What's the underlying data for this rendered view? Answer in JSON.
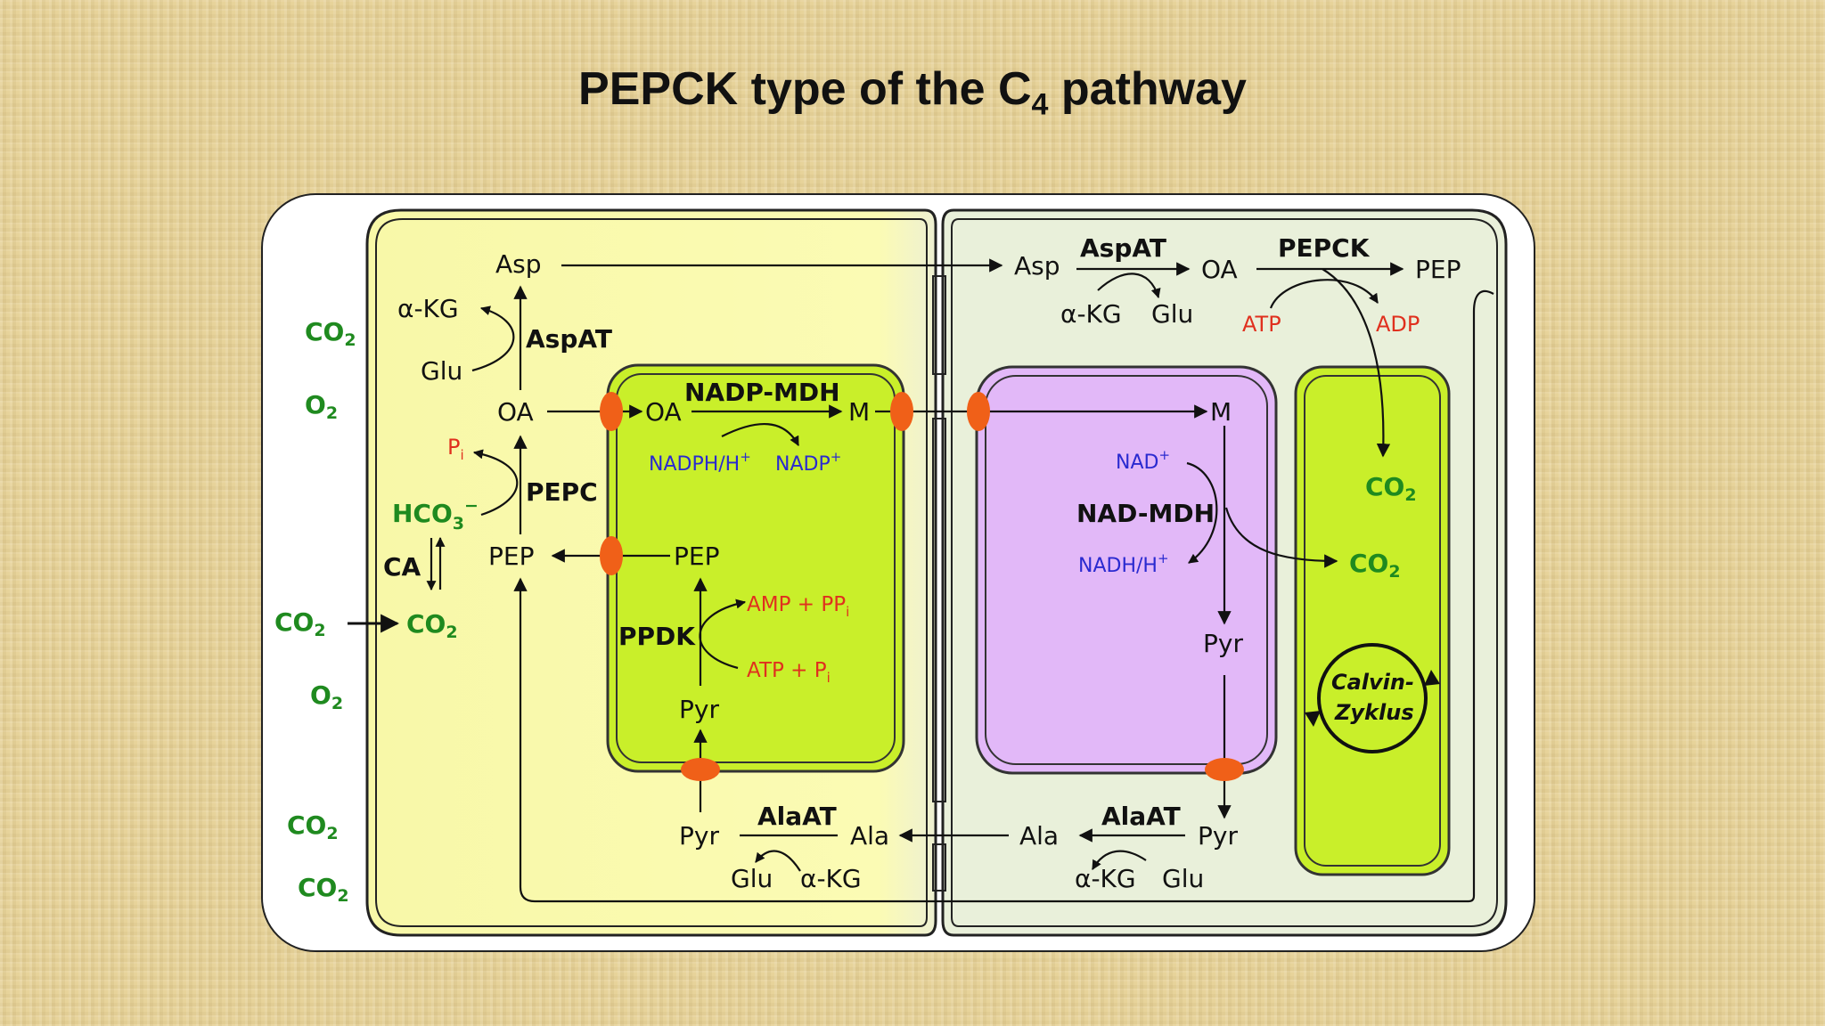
{
  "title": {
    "main": "PEPCK type of the C",
    "sub": "4",
    "tail": " pathway"
  },
  "colors": {
    "co2_green": "#1f8a1f",
    "red": "#e0301e",
    "blue": "#2a2ad0",
    "transporter": "#f06018"
  },
  "labels": {
    "co2_a": "CO",
    "o2_a": "O",
    "co2_b": "CO",
    "o2_b": "O",
    "co2_c": "CO",
    "co2_d": "CO",
    "m_asp": "Asp",
    "m_akg": "α-KG",
    "m_glu": "Glu",
    "m_aspat": "AspAT",
    "m_oa": "OA",
    "m_pi": "P",
    "m_pepc": "PEPC",
    "m_hco3": "HCO",
    "m_ca": "CA",
    "m_pep": "PEP",
    "m_co2": "CO",
    "c1_oa": "OA",
    "c1_nadpmdh": "NADP-MDH",
    "c1_m": "M",
    "c1_nadph": "NADPH/H",
    "c1_nadp": "NADP",
    "c1_pep": "PEP",
    "c1_amp": "AMP + PP",
    "c1_ppdk": "PPDK",
    "c1_atp": "ATP + P",
    "c1_pyr": "Pyr",
    "m_pyr": "Pyr",
    "m_alaat": "AlaAT",
    "m_ala": "Ala",
    "m_glu2": "Glu",
    "m_akg2": "α-KG",
    "b_asp": "Asp",
    "b_aspat": "AspAT",
    "b_oa": "OA",
    "b_pepck": "PEPCK",
    "b_pep": "PEP",
    "b_akg": "α-KG",
    "b_glu": "Glu",
    "b_atp": "ATP",
    "b_adp": "ADP",
    "mt_m": "M",
    "mt_nad": "NAD",
    "mt_nadmdh": "NAD-MDH",
    "mt_nadh": "NADH/H",
    "mt_pyr": "Pyr",
    "cp_co2_a": "CO",
    "cp_co2_b": "CO",
    "cp_calvin1": "Calvin-",
    "cp_calvin2": "Zyklus",
    "b_ala": "Ala",
    "b_alaat": "AlaAT",
    "b_pyr2": "Pyr",
    "b_akg2": "α-KG",
    "b_glu2": "Glu"
  },
  "sub": {
    "two": "2",
    "three": "3",
    "i": "i",
    "plus": "+",
    "minus": "−"
  }
}
